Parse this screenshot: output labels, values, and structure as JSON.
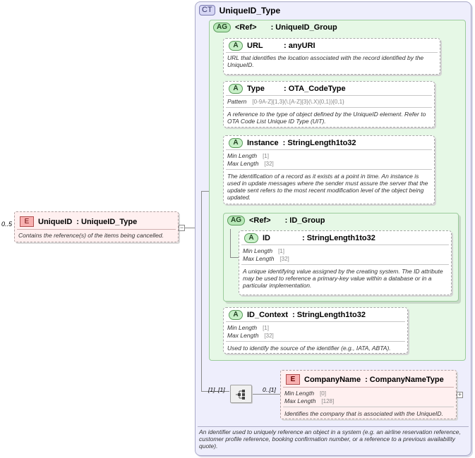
{
  "root_element": {
    "occurs": "0..5",
    "badge": "E",
    "name": "UniqueID",
    "type": ": UniqueID_Type",
    "doc": "Contains the reference(s) of the items being cancelled.",
    "collapse_symbol": "−"
  },
  "complex_type": {
    "badge": "CT",
    "name": "UniqueID_Type",
    "doc": "An identifier used to uniquely reference an object in a system (e.g. an airline reservation reference, customer profile reference, booking confirmation number, or a reference to a previous availability quote)."
  },
  "attribute_group": {
    "badge": "AG",
    "ref_label": "<Ref>",
    "name": ": UniqueID_Group",
    "attributes": [
      {
        "badge": "A",
        "name": "URL",
        "type": ": anyURI",
        "doc": "URL that identifies the location associated with the record identified by the UniqueID."
      },
      {
        "badge": "A",
        "name": "Type",
        "type": ": OTA_CodeType",
        "facets": [
          {
            "label": "Pattern",
            "value": "[0-9A-Z]{1,3}(\\.[A-Z]{3}(\\.X){0,1}){0,1}"
          }
        ],
        "doc": "A reference to the type of object defined by the UniqueID element. Refer to OTA Code List Unique ID Type (UIT)."
      },
      {
        "badge": "A",
        "name": "Instance",
        "type": ": StringLength1to32",
        "facets": [
          {
            "label": "Min Length",
            "value": "[1]"
          },
          {
            "label": "Max Length",
            "value": "[32]"
          }
        ],
        "doc": "The identification of a record as it exists at a point in time. An instance is used in update messages where the sender must assure the server that the update sent refers to the most recent modification level of the object being updated."
      }
    ],
    "nested_group": {
      "badge": "AG",
      "ref_label": "<Ref>",
      "name": ": ID_Group",
      "attribute": {
        "badge": "A",
        "name": "ID",
        "type": ": StringLength1to32",
        "facets": [
          {
            "label": "Min Length",
            "value": "[1]"
          },
          {
            "label": "Max Length",
            "value": "[32]"
          }
        ],
        "doc": "A unique identifying value assigned by the creating system.  The ID attribute may be used to reference a primary-key value within a database or in a particular implementation."
      }
    },
    "id_context": {
      "badge": "A",
      "name": "ID_Context",
      "type": ": StringLength1to32",
      "facets": [
        {
          "label": "Min Length",
          "value": "[1]"
        },
        {
          "label": "Max Length",
          "value": "[32]"
        }
      ],
      "doc": "Used to identify the source of the identifier (e.g., IATA, ABTA)."
    }
  },
  "sequence": {
    "occurs": "[1]..[1]",
    "child_occurs": "0..[1]"
  },
  "company_name": {
    "badge": "E",
    "name": "CompanyName",
    "type": ": CompanyNameType",
    "facets": [
      {
        "label": "Min Length",
        "value": "[0]"
      },
      {
        "label": "Max Length",
        "value": "[128]"
      }
    ],
    "doc": "Identifies the company that is associated with the UniqueID.",
    "expand_symbol": "+"
  }
}
